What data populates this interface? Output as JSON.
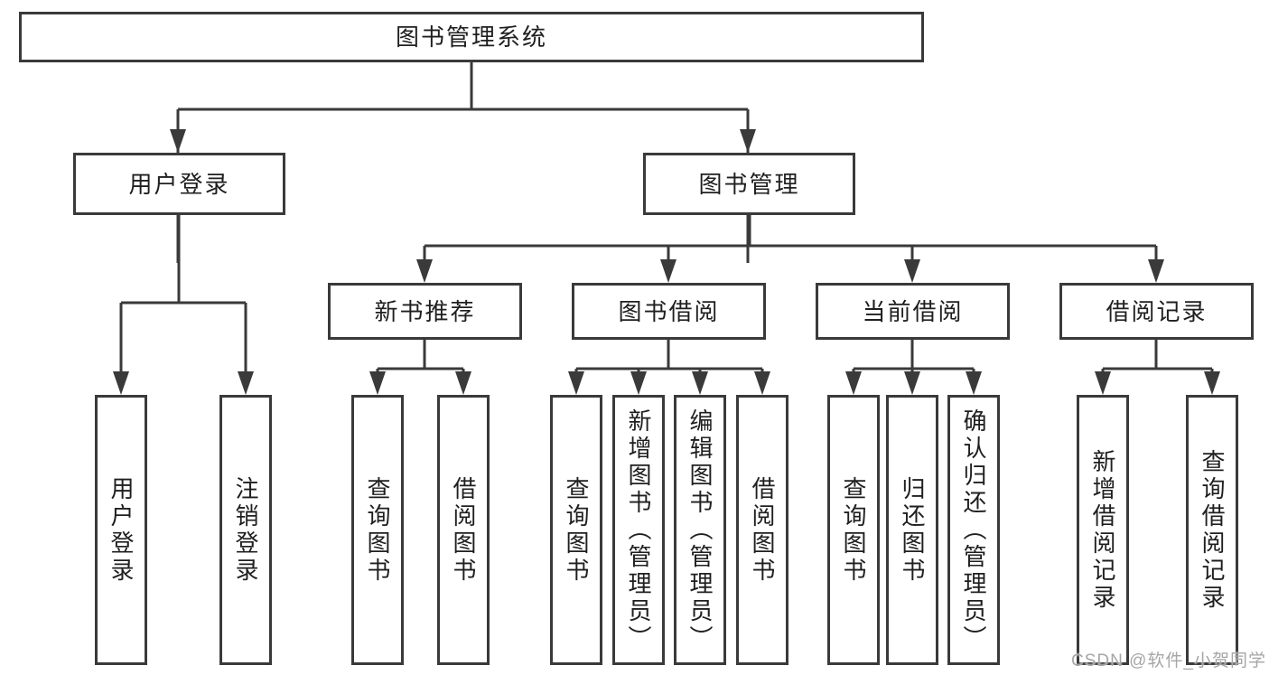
{
  "diagram": {
    "root": {
      "label": "图书管理系统"
    },
    "level2": [
      {
        "label": "用户登录"
      },
      {
        "label": "图书管理"
      }
    ],
    "level3": [
      {
        "label": "新书推荐"
      },
      {
        "label": "图书借阅"
      },
      {
        "label": "当前借阅"
      },
      {
        "label": "借阅记录"
      }
    ],
    "leaves": {
      "user_login": [
        {
          "label": "用户登录"
        },
        {
          "label": "注销登录"
        }
      ],
      "new_book": [
        {
          "label": "查询图书"
        },
        {
          "label": "借阅图书"
        }
      ],
      "book_borrow": [
        {
          "label": "查询图书"
        },
        {
          "label": "新增图书（管理员）"
        },
        {
          "label": "编辑图书（管理员）"
        },
        {
          "label": "借阅图书"
        }
      ],
      "current_borrow": [
        {
          "label": "查询图书"
        },
        {
          "label": "归还图书"
        },
        {
          "label": "确认归还（管理员）"
        }
      ],
      "borrow_record": [
        {
          "label": "新增借阅记录"
        },
        {
          "label": "查询借阅记录"
        }
      ]
    },
    "watermark": "CSDN @软件_小贺同学",
    "colors": {
      "border": "#3a3a3a",
      "text": "#1f1f1f",
      "watermark": "#a6a6a6",
      "background": "#ffffff"
    }
  }
}
